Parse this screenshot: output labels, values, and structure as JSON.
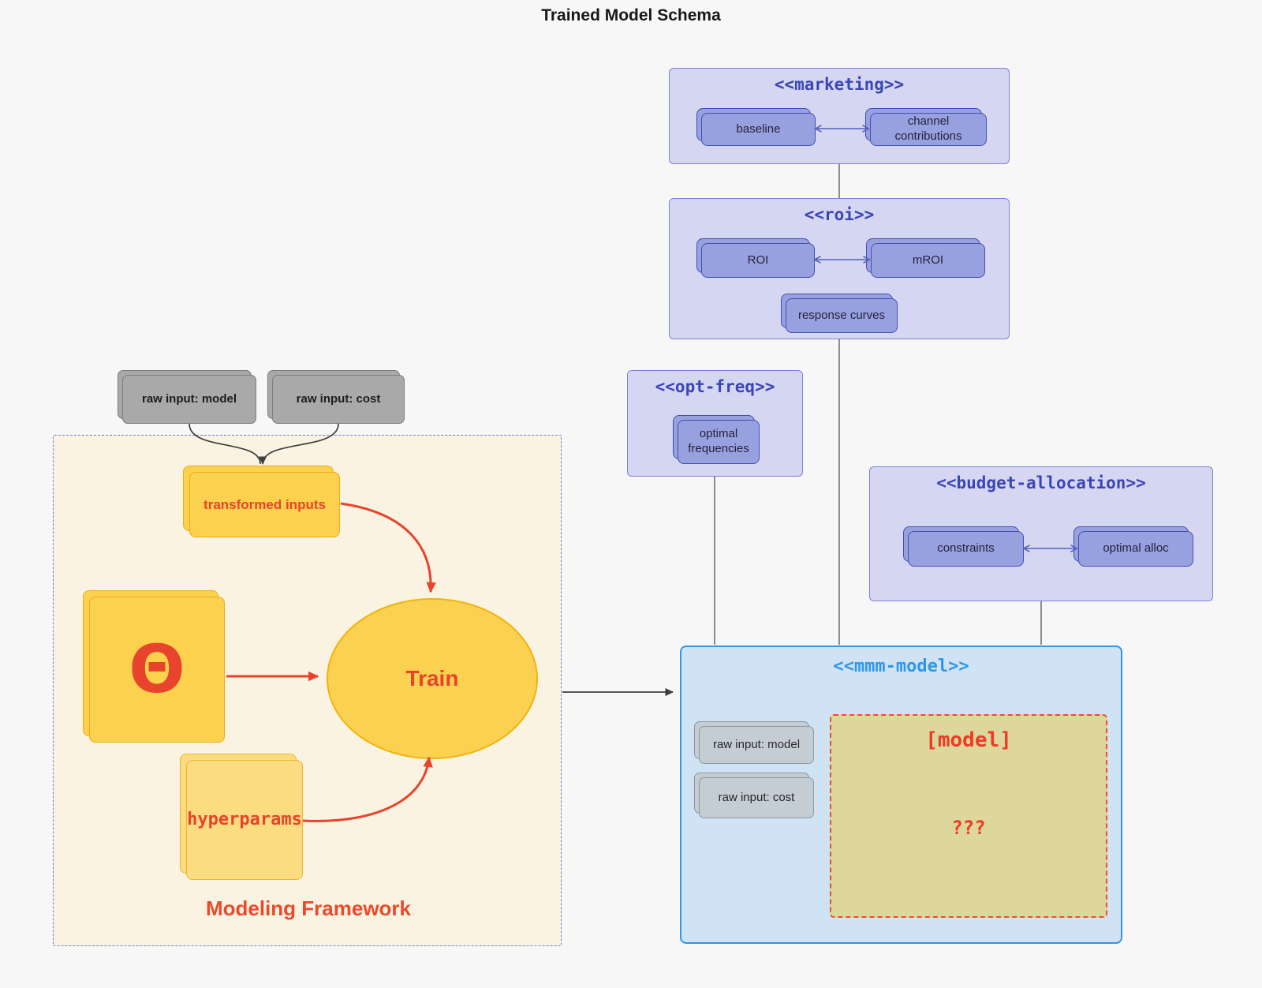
{
  "title": "Trained Model Schema",
  "colors": {
    "background": "#f7f7f8",
    "indigo_title": "#3a46b4",
    "purple_container": "#d5d6f2",
    "purple_node": "#98a1e0",
    "blue_title": "#2f97e9",
    "blue_container": "#cfe3f5",
    "red_accent": "#e8432c",
    "yellow_node": "#fcd14e",
    "khaki_box": "#ddd79b",
    "beige_container": "#faf3e2",
    "gray_node": "#a9a9a9"
  },
  "raw_inputs": {
    "model": "raw input: model",
    "cost": "raw input: cost"
  },
  "framework": {
    "label": "Modeling Framework",
    "transformed_inputs": "transformed inputs",
    "theta": "Θ",
    "train": "Train",
    "hyperparams": "hyperparams"
  },
  "marketing": {
    "title": "<<marketing>>",
    "baseline": "baseline",
    "channel_contributions": "channel contributions"
  },
  "roi": {
    "title": "<<roi>>",
    "roi": "ROI",
    "mroi": "mROI",
    "response_curves": "response curves"
  },
  "opt_freq": {
    "title": "<<opt-freq>>",
    "optimal_frequencies": "optimal frequencies"
  },
  "budget_allocation": {
    "title": "<<budget-allocation>>",
    "constraints": "constraints",
    "optimal_alloc": "optimal alloc"
  },
  "mmm_model": {
    "title": "<<mmm-model>>",
    "raw_input_model": "raw input: model",
    "raw_input_cost": "raw input: cost",
    "model_box": {
      "title": "[model]",
      "placeholder": "???"
    }
  }
}
